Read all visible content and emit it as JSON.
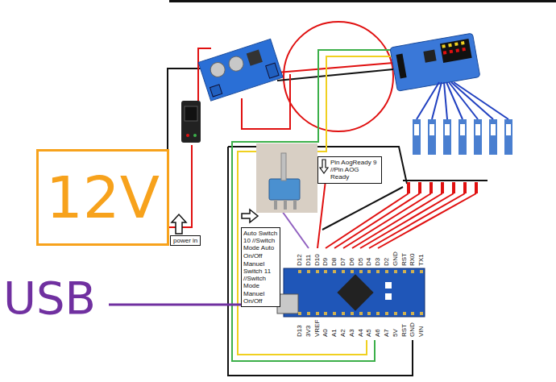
{
  "diagram": {
    "nodes": [
      {
        "text": [
          "12V"
        ]
      },
      {
        "text": [
          "power in"
        ]
      },
      {
        "text": [
          "Pin AogReady 9 //Pin AOG Ready"
        ]
      },
      {
        "text": [
          "Auto Switch 10 //Switch Mode Auto On/Off",
          "Manuel Switch 11 //Switch Mode Manuel On/Off"
        ]
      }
    ],
    "labels": [
      "USB",
      "D12",
      "D11",
      "D10",
      "D9",
      "D8",
      "D7",
      "D6",
      "D5",
      "D4",
      "D3",
      "D2",
      "GND",
      "RST",
      "RX0",
      "TX1",
      "D13",
      "3V3",
      "VREF",
      "A0",
      "A1",
      "A2",
      "A3",
      "A4",
      "A5",
      "A6",
      "A7",
      "5V",
      "RST",
      "GND",
      "VIN"
    ]
  }
}
